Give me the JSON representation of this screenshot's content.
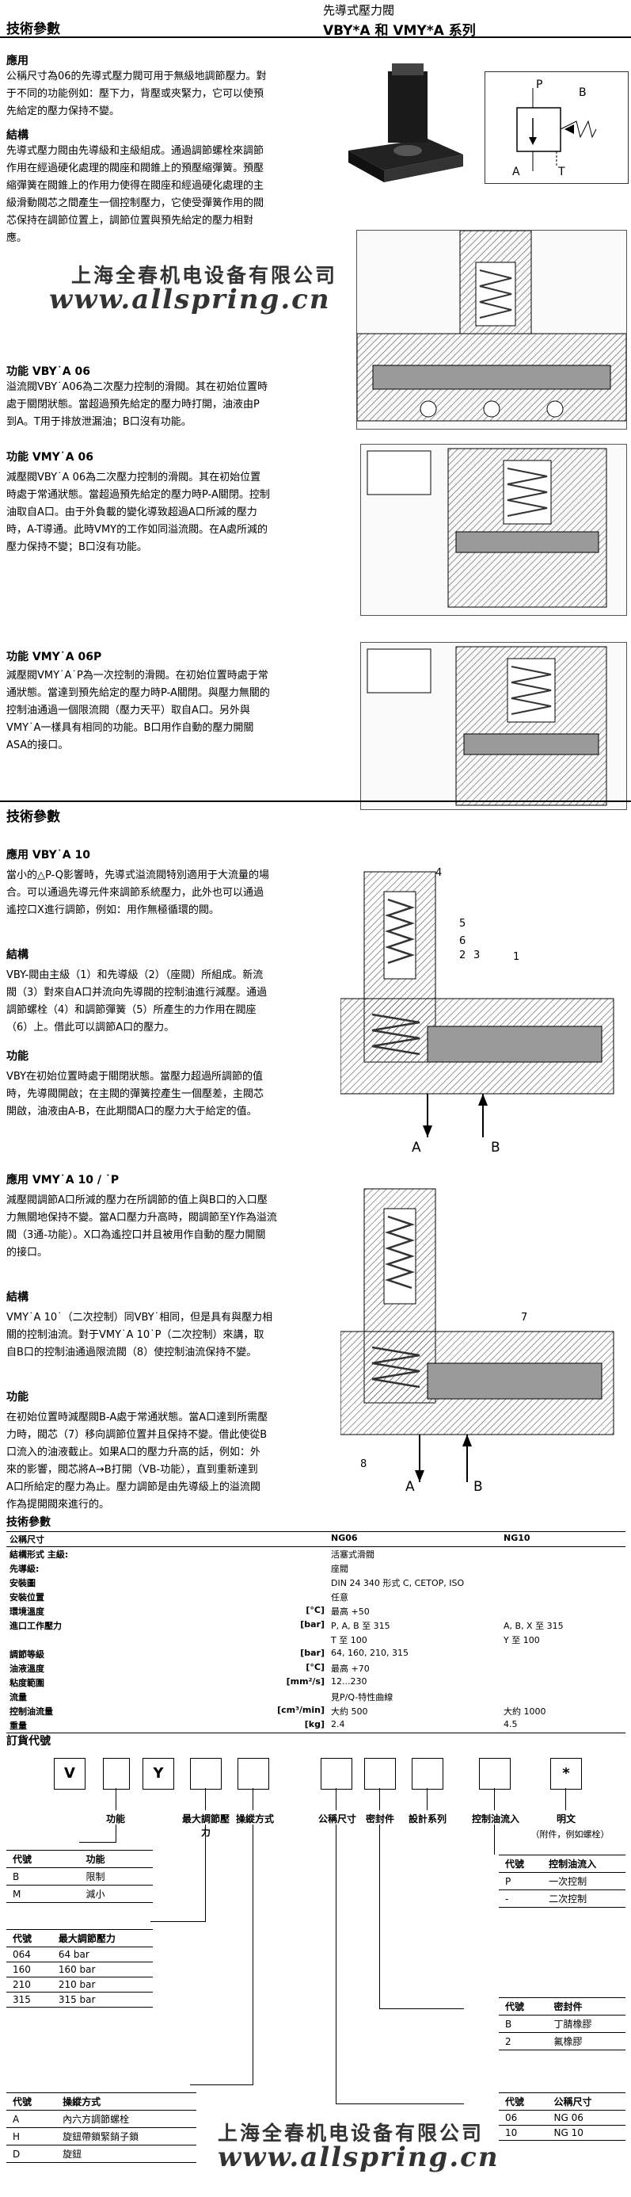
{
  "header": {
    "left": "技術參數",
    "right_line1": "先導式壓力閥",
    "right_line2": "VBY*A 和 VMY*A 系列"
  },
  "watermark": {
    "company": "上海全春机电设备有限公司",
    "url": "www.allspring.cn"
  },
  "sec1": {
    "use_title": "應用",
    "use_text": [
      "公稱尺寸為06的先導式壓力閥可用于無級地調節壓力。對",
      "于不同的功能例如：壓下力，背壓或夾緊力，它可以使預",
      "先給定的壓力保持不變。"
    ],
    "struct_title": "結構",
    "struct_text": [
      "先導式壓力閥由先導級和主級組成。通過調節螺栓來調節",
      "作用在經過硬化處理的閥座和閥錐上的預壓縮彈簧。預壓",
      "縮彈簧在閥錐上的作用力使得在閥座和經過硬化處理的主",
      "級滑動閥芯之間產生一個控制壓力，它使受彈簧作用的閥",
      "芯保持在調節位置上，調節位置與預先給定的壓力相對",
      "應。"
    ],
    "vby_title": "功能 VBY˙A 06",
    "vby_text": [
      "溢流閥VBY˙A06為二次壓力控制的滑閥。其在初始位置時",
      "處于關閉狀態。當超過預先給定的壓力時打開，油液由P",
      "到A。T用于排放泄漏油；B口沒有功能。"
    ],
    "vmy_title": "功能 VMY˙A 06",
    "vmy_text": [
      "減壓閥VBY˙A 06為二次壓力控制的滑閥。其在初始位置",
      "時處于常通狀態。當超過預先給定的壓力時P-A關閉。控制",
      "油取自A口。由于外負載的變化導致超過A口所減的壓力",
      "時，A-T導通。此時VMY的工作如同溢流閥。在A處所減的",
      "壓力保持不變；B口沒有功能。"
    ],
    "vmyp_title": "功能 VMY˙A 06P",
    "vmyp_text": [
      "減壓閥VMY˙A˙P為一次控制的滑閥。在初始位置時處于常",
      "通狀態。當達到預先給定的壓力時P-A關閉。與壓力無關的",
      "控制油通過一個限流閥（壓力天平）取自A口。另外與",
      "VMY˙A一樣具有相同的功能。B口用作自動的壓力開關",
      "ASA的接口。"
    ]
  },
  "sec2": {
    "title": "技術參數",
    "use_title": "應用 VBY˙A 10",
    "use_text": [
      "當小的△P-Q影響時，先導式溢流閥特別適用于大流量的場",
      "合。可以通過先導元件來調節系統壓力，此外也可以通過",
      "遙控口X進行調節，例如：用作無極循環的閥。"
    ],
    "struct_title": "結構",
    "struct_text": [
      "VBY-閥由主級（1）和先導級（2）（座閥）所組成。新流",
      "閥（3）對來自A口并流向先導閥的控制油進行減壓。通過",
      "調節螺栓（4）和調節彈簧（5）所產生的力作用在閥座",
      "（6）上。借此可以調節A口的壓力。"
    ],
    "func_title": "功能",
    "func_text": [
      "VBY在初始位置時處于關閉狀態。當壓力超過所調節的值",
      "時，先導閥開啟；在主閥的彈簧控產生一個壓差，主閥芯",
      "開啟，油液由A-B，在此期間A口的壓力大于給定的值。"
    ],
    "vmy_title": "應用 VMY˙A 10 / ˙P",
    "vmy_text": [
      "減壓閥調節A口所減的壓力在所調節的值上與B口的入口壓",
      "力無關地保持不變。當A口壓力升高時，閥調節至Y作為溢流",
      "閥（3通-功能）。X口為遙控口并且被用作自動的壓力開關",
      "的接口。"
    ],
    "struct2_title": "結構",
    "struct2_text": [
      "VMY˙A 10˙（二次控制）同VBY˙相同，但是具有與壓力相",
      "關的控制油流。對于VMY˙A 10˙P（二次控制）來講，取",
      "自B口的控制油通過限流閥（8）使控制油流保持不變。"
    ],
    "func2_title": "功能",
    "func2_text": [
      "在初始位置時減壓閥B-A處于常通狀態。當A口達到所需壓",
      "力時，閥芯（7）移向調節位置并且保持不變。借此使從B",
      "口流入的油液截止。如果A口的壓力升高的話，例如：外",
      "來的影響，閥芯將A→B打開（VB-功能），直到重新達到",
      "A口所給定的壓力為止。壓力調節是由先導級上的溢流閥",
      "作為提開閥來進行的。"
    ],
    "num": {
      "n4": "4",
      "n5": "5",
      "n6": "6",
      "n2": "2",
      "n3": "3",
      "n1": "1",
      "n7": "7",
      "n8": "8"
    },
    "port": {
      "a": "A",
      "b": "B"
    }
  },
  "tech": {
    "title": "技術參數",
    "cols": [
      "公稱尺寸",
      "",
      "NG06",
      "NG10"
    ],
    "rows": [
      {
        "k": "結構形式 主級:",
        "u": "",
        "a": "活塞式滑閥",
        "b": ""
      },
      {
        "k": "          先導級:",
        "u": "",
        "a": "座閥",
        "b": ""
      },
      {
        "k": "安裝圖",
        "u": "",
        "a": "DIN 24 340 形式 C, CETOP, ISO",
        "b": ""
      },
      {
        "k": "安裝位置",
        "u": "",
        "a": "任意",
        "b": ""
      },
      {
        "k": "環境溫度",
        "u": "[°C]",
        "a": "最高 +50",
        "b": ""
      },
      {
        "k": "進口工作壓力",
        "u": "[bar]",
        "a": "P, A, B 至 315",
        "b": "A, B, X 至 315"
      },
      {
        "k": "",
        "u": "",
        "a": "T 至 100",
        "b": "Y 至 100"
      },
      {
        "k": "調節等級",
        "u": "[bar]",
        "a": "64, 160, 210, 315",
        "b": ""
      },
      {
        "k": "油液溫度",
        "u": "[°C]",
        "a": "最高 +70",
        "b": ""
      },
      {
        "k": "粘度範圍",
        "u": "[mm²/s]",
        "a": "12...230",
        "b": ""
      },
      {
        "k": "流量",
        "u": "",
        "a": "見P/Q-特性曲線",
        "b": ""
      },
      {
        "k": "控制油流量",
        "u": "[cm³/min]",
        "a": "大約 500",
        "b": "大約 1000"
      },
      {
        "k": "重量",
        "u": "[kg]",
        "a": "2.4",
        "b": "4.5"
      }
    ]
  },
  "order": {
    "title": "訂貨代號",
    "boxes": [
      "V",
      "Y",
      "",
      "",
      "",
      "",
      "",
      "",
      "*"
    ],
    "labels": {
      "func": "功能",
      "maxp": "最大調節壓力",
      "op": "操縱方式",
      "ng": "公稱尺寸",
      "seal": "密封件",
      "series": "設計系列",
      "ctrl": "控制油流入",
      "note": "明文",
      "note_sub": "（附件，例如螺栓）"
    },
    "t_func": {
      "h": [
        "代號",
        "功能"
      ],
      "r": [
        [
          "B",
          "限制"
        ],
        [
          "M",
          "減小"
        ]
      ]
    },
    "t_press": {
      "h": [
        "代號",
        "最大調節壓力"
      ],
      "r": [
        [
          "064",
          "64 bar"
        ],
        [
          "160",
          "160 bar"
        ],
        [
          "210",
          "210 bar"
        ],
        [
          "315",
          "315 bar"
        ]
      ]
    },
    "t_op": {
      "h": [
        "代號",
        "操縱方式"
      ],
      "r": [
        [
          "A",
          "內六方調節螺栓"
        ],
        [
          "H",
          "旋鈕帶鎖緊銷子鎖"
        ],
        [
          "D",
          "旋鈕"
        ]
      ]
    },
    "t_ctrl": {
      "h": [
        "代號",
        "控制油流入"
      ],
      "r": [
        [
          "P",
          "一次控制"
        ],
        [
          "-",
          "二次控制"
        ]
      ]
    },
    "t_seal": {
      "h": [
        "代號",
        "密封件"
      ],
      "r": [
        [
          "B",
          "丁腈橡膠"
        ],
        [
          "2",
          "氟橡膠"
        ]
      ]
    },
    "t_ng": {
      "h": [
        "代號",
        "公稱尺寸"
      ],
      "r": [
        [
          "06",
          "NG 06"
        ],
        [
          "10",
          "NG 10"
        ]
      ]
    }
  },
  "colors": {
    "steel": "#9a9a9a",
    "hatch": "#555555",
    "spring": "#333333"
  }
}
